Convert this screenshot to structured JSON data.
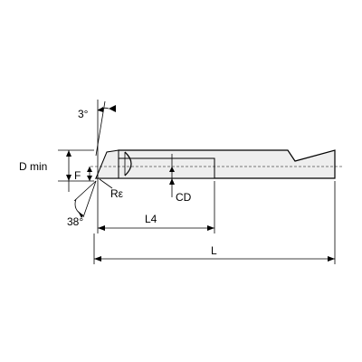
{
  "drawing": {
    "labels": {
      "angle_top": "3°",
      "d_min": "D min",
      "f": "F",
      "re": "Rε",
      "cd": "CD",
      "angle_bottom": "38°",
      "l4": "L4",
      "l": "L"
    },
    "colors": {
      "line": "#000000",
      "body_fill": "#eeeeee",
      "background": "#ffffff"
    }
  }
}
